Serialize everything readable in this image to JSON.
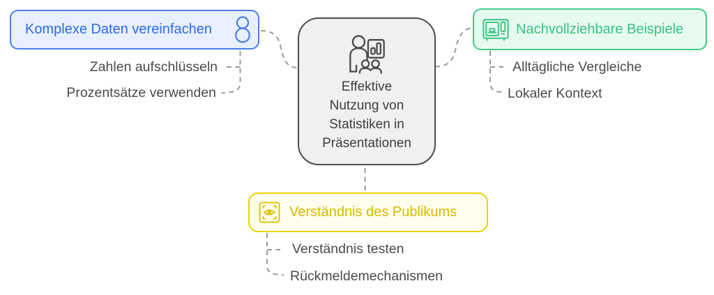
{
  "diagram": {
    "center_node": {
      "icon": "presenter-statistics-icon",
      "lines": [
        "Effektive",
        "Nutzung von",
        "Statistiken in",
        "Präsentationen"
      ],
      "bg": "#f0f0f0",
      "border_color": "#4b4b4b",
      "text_color": "#3e3e3e"
    },
    "branch_blue": {
      "label": "Komplexe Daten vereinfachen",
      "icon": "figure-eight-icon",
      "text_color": "#2d6be3",
      "border_color": "#4b7de8",
      "bg": "#e9f0fd",
      "children": [
        "Zahlen aufschlüsseln",
        "Prozentsätze verwenden"
      ]
    },
    "branch_green": {
      "label": "Nachvollziehbare Beispiele",
      "icon": "tv-screen-icon",
      "text_color": "#35c47e",
      "border_color": "#3fcb86",
      "bg": "#e7faf0",
      "children": [
        "Alltägliche Vergleiche",
        "Lokaler Kontext"
      ]
    },
    "branch_yellow": {
      "label": "Verständnis des Publikums",
      "icon": "eye-scan-icon",
      "text_color": "#d6ba00",
      "border_color": "#e8d400",
      "bg": "#fffdee",
      "children": [
        "Verständnis testen",
        "Rückmeldemechanismen"
      ]
    },
    "connector_color": "#9a9a9a",
    "subitem_text_color": "#4a4a4a"
  }
}
